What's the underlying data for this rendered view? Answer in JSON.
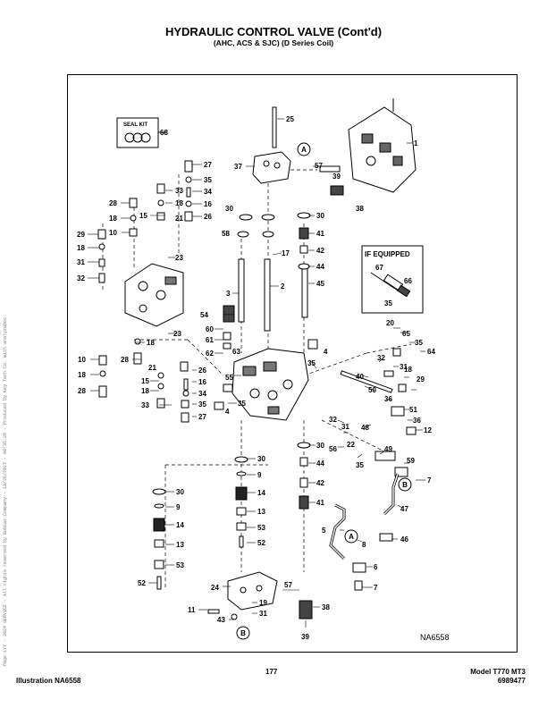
{
  "header": {
    "title": "HYDRAULIC CONTROL VALVE (Cont'd)",
    "subtitle": "(AHC, ACS & SJC) (D Series Coil)"
  },
  "seal_kit": {
    "label": "SEAL KIT",
    "number": "68"
  },
  "if_equipped": {
    "label": "IF EQUIPPED",
    "parts": [
      "67",
      "66",
      "35"
    ]
  },
  "callouts": {
    "a": "A",
    "b": "B"
  },
  "part_numbers": [
    "1",
    "2",
    "3",
    "4",
    "5",
    "6",
    "7",
    "8",
    "9",
    "10",
    "11",
    "12",
    "13",
    "14",
    "15",
    "16",
    "17",
    "18",
    "19",
    "20",
    "21",
    "22",
    "23",
    "24",
    "25",
    "26",
    "27",
    "28",
    "29",
    "30",
    "31",
    "32",
    "33",
    "34",
    "35",
    "36",
    "37",
    "38",
    "39",
    "40",
    "41",
    "42",
    "43",
    "44",
    "45",
    "46",
    "47",
    "48",
    "49",
    "50",
    "51",
    "52",
    "53",
    "54",
    "55",
    "56",
    "57",
    "58",
    "59",
    "60",
    "61",
    "62",
    "63",
    "64",
    "65"
  ],
  "illustration_ref": "NA6558",
  "footer": {
    "page": "177",
    "illustration": "Illustration NA6558",
    "model": "Model T770 MT3",
    "doc_number": "6989477"
  },
  "sidebar": "Page 177 - 2024 SERVICE - All rights reserved by Bobcat Company - 10/26/2017 - 09:35:28 - Produced by Key Tech Co. with analyzeDoc"
}
